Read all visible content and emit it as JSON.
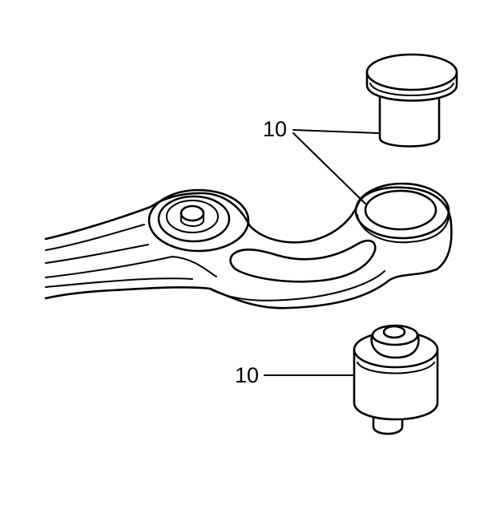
{
  "diagram": {
    "callouts": [
      {
        "id": "upper-bushing",
        "label": "10"
      },
      {
        "id": "lower-bushing",
        "label": "10"
      }
    ],
    "colors": {
      "line": "#000000",
      "background": "#ffffff"
    }
  }
}
